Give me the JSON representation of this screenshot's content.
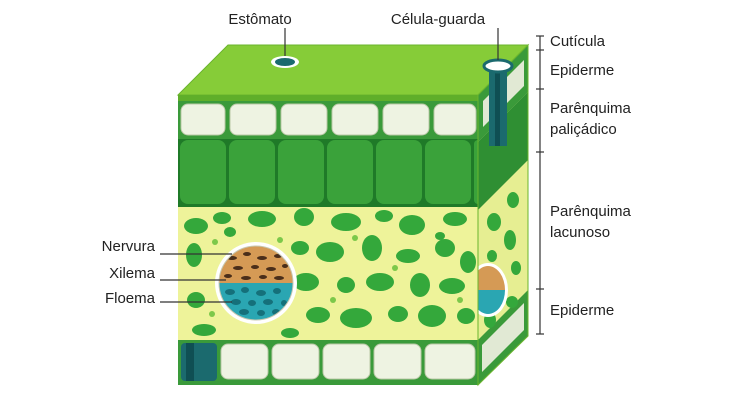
{
  "labels": {
    "estomato": "Estômato",
    "celula_guarda": "Célula-guarda",
    "cuticula": "Cutícula",
    "epiderme_superior": "Epiderme",
    "parenquima_palicadico_line1": "Parênquima",
    "parenquima_palicadico_line2": "paliçádico",
    "parenquima_lacunoso_line1": "Parênquima",
    "parenquima_lacunoso_line2": "lacunoso",
    "epiderme_inferior": "Epiderme",
    "nervura": "Nervura",
    "xilema": "Xilema",
    "floema": "Floema"
  },
  "colors": {
    "cuticle_top": "#8ed13b",
    "cuticle_dark": "#5fae2a",
    "epidermis_cell": "#eef3e2",
    "epidermis_bg": "#3a9a3a",
    "palisade": "#3aa23a",
    "palisade_dark": "#27852b",
    "spongy_bg": "#eef39a",
    "spongy_cell": "#34a83b",
    "xylem": "#d59a55",
    "phloem": "#2aa6b2",
    "stomata": "#1b6a6e",
    "leader": "#333333"
  }
}
